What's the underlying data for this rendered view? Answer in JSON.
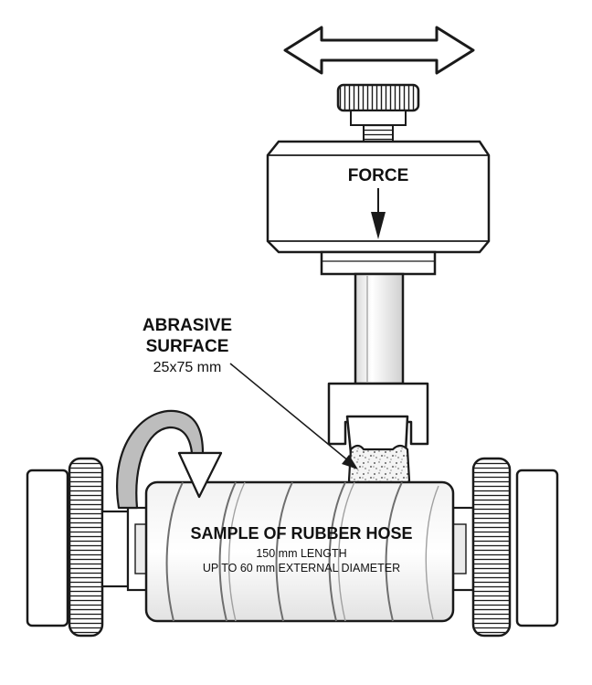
{
  "labels": {
    "force": "FORCE",
    "abrasive_line1": "ABRASIVE",
    "abrasive_line2": "SURFACE",
    "abrasive_size": "25x75 mm",
    "sample_title": "SAMPLE OF RUBBER HOSE",
    "sample_length": "150 mm LENGTH",
    "sample_diameter": "UP TO 60 mm EXTERNAL DIAMETER"
  },
  "colors": {
    "stroke": "#1a1a1a",
    "fill": "#ffffff",
    "shade": "#e6e6e6",
    "rotation_arrow": "#bdbdbd"
  }
}
